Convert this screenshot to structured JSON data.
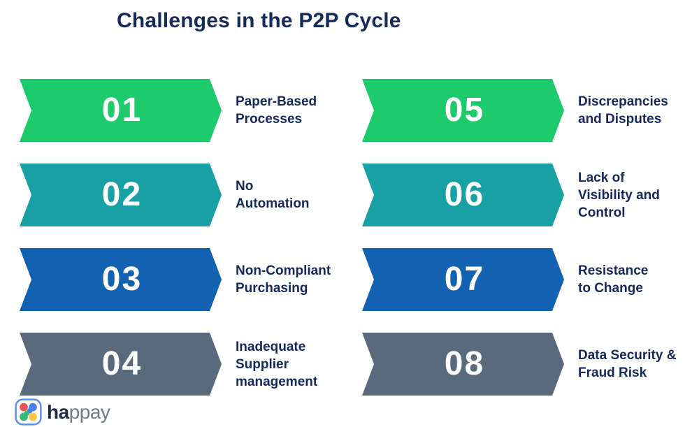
{
  "title": "Challenges in the P2P Cycle",
  "colors": {
    "background": "#ffffff",
    "title_navy": "#172a5c",
    "label_navy": "#15275b",
    "number_white": "#ffffff",
    "green": "#1dcb6d",
    "teal": "#18a0a4",
    "blue": "#1362b1",
    "slate": "#586a7c"
  },
  "items": [
    {
      "number": "01",
      "label": "Paper-Based\nProcesses",
      "color": "#1dcb6d"
    },
    {
      "number": "02",
      "label": "No\nAutomation",
      "color": "#18a0a4"
    },
    {
      "number": "03",
      "label": "Non-Compliant\nPurchasing",
      "color": "#1362b1"
    },
    {
      "number": "04",
      "label": "Inadequate\nSupplier\nmanagement",
      "color": "#586a7c"
    },
    {
      "number": "05",
      "label": "Discrepancies\nand Disputes",
      "color": "#1dcb6d"
    },
    {
      "number": "06",
      "label": "Lack of\nVisibility and\nControl",
      "color": "#18a0a4"
    },
    {
      "number": "07",
      "label": "Resistance\nto Change",
      "color": "#1362b1"
    },
    {
      "number": "08",
      "label": "Data Security &\nFraud Risk",
      "color": "#586a7c"
    }
  ],
  "logo": {
    "brand_bold": "ha",
    "brand_light": "ppay",
    "icon_border": "#5c8cef",
    "icon_red": "#ea5355",
    "icon_blue": "#4a7ee9",
    "icon_green": "#35b878",
    "icon_yellow": "#f7c444"
  }
}
